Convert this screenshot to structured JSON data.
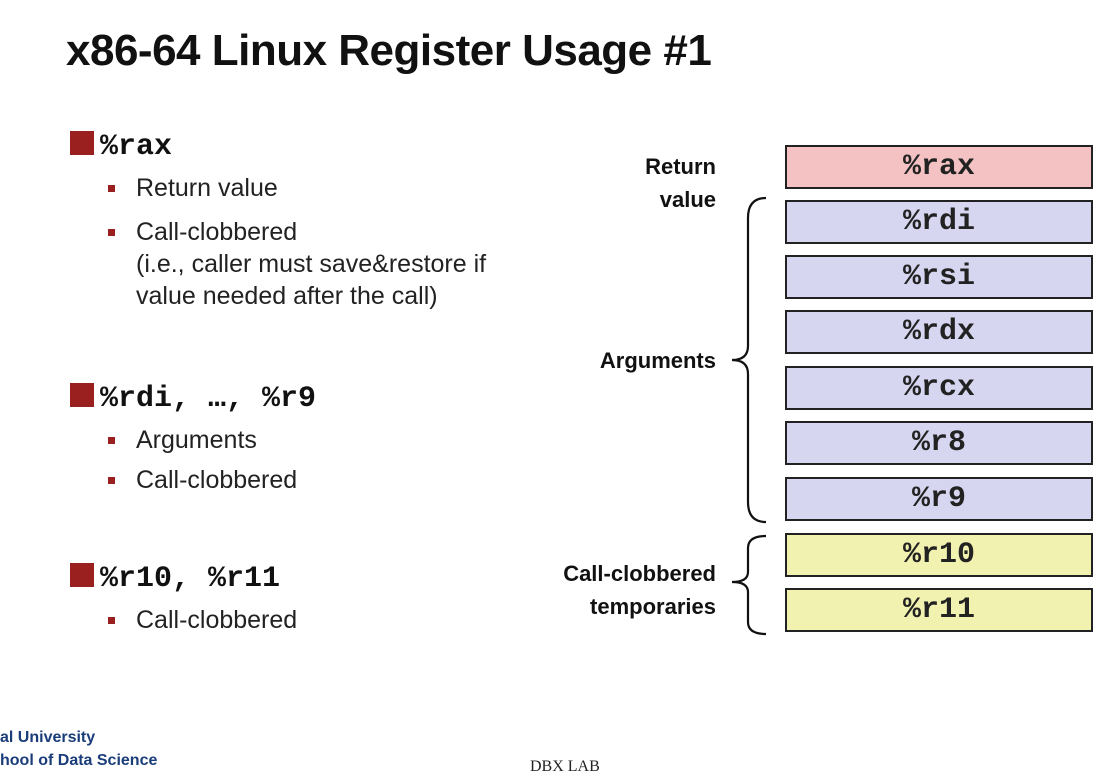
{
  "slide": {
    "title": "x86-64 Linux Register Usage #1",
    "sections": [
      {
        "heading": "%rax",
        "bullets": [
          "Return value",
          "Call-clobbered",
          "(i.e., caller must save&restore if",
          "value needed after the call)"
        ]
      },
      {
        "heading": "%rdi, …, %r9",
        "bullets": [
          "Arguments",
          "Call-clobbered"
        ]
      },
      {
        "heading": "%r10, %r11",
        "bullets": [
          "Call-clobbered"
        ]
      }
    ],
    "diagram": {
      "registers": [
        "%rax",
        "%rdi",
        "%rsi",
        "%rdx",
        "%rcx",
        "%r8",
        "%r9",
        "%r10",
        "%r11"
      ],
      "group_labels": {
        "return_line1": "Return",
        "return_line2": "value",
        "arguments": "Arguments",
        "temps_line1": "Call-clobbered",
        "temps_line2": "temporaries"
      },
      "colors": {
        "return": "#f4c2c2",
        "arguments": "#d6d6f0",
        "temporaries": "#f2f2b0"
      }
    },
    "footer": {
      "university": "al University",
      "school": "hool of Data Science",
      "lab": "DBX LAB"
    }
  }
}
